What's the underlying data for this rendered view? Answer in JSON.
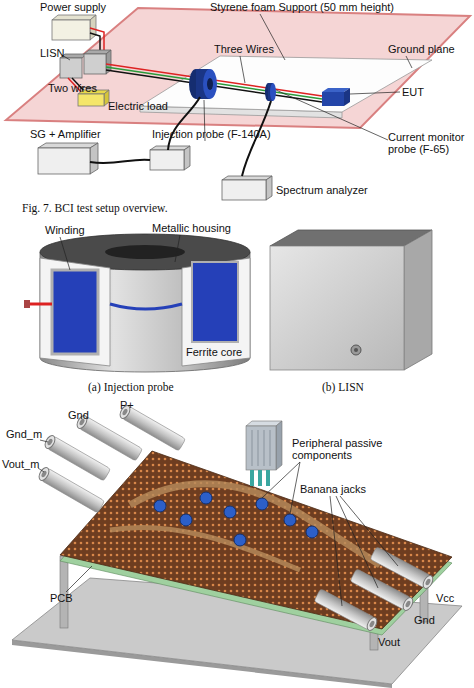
{
  "diagram": {
    "caption": "Fig. 7. BCI test setup overview.",
    "labels": [
      "Power supply",
      "Styrene foam Support (50 mm height)",
      "LISN",
      "Ground plane",
      "Three Wires",
      "Two wires",
      "EUT",
      "Electric load",
      "Current monitor probe (F-65)",
      "SG + Amplifier",
      "Injection probe (F-140A)",
      "Spectrum analyzer",
      "Winding",
      "Metallic housing",
      "Ferrite core",
      "(a) Injection probe",
      "(b) LISN",
      "Peripheral passive components",
      "Gnd",
      "P+",
      "Gnd_m",
      "Vout_m",
      "Banana jacks",
      "PCB",
      "Vcc",
      "Gnd",
      "Vout"
    ]
  }
}
